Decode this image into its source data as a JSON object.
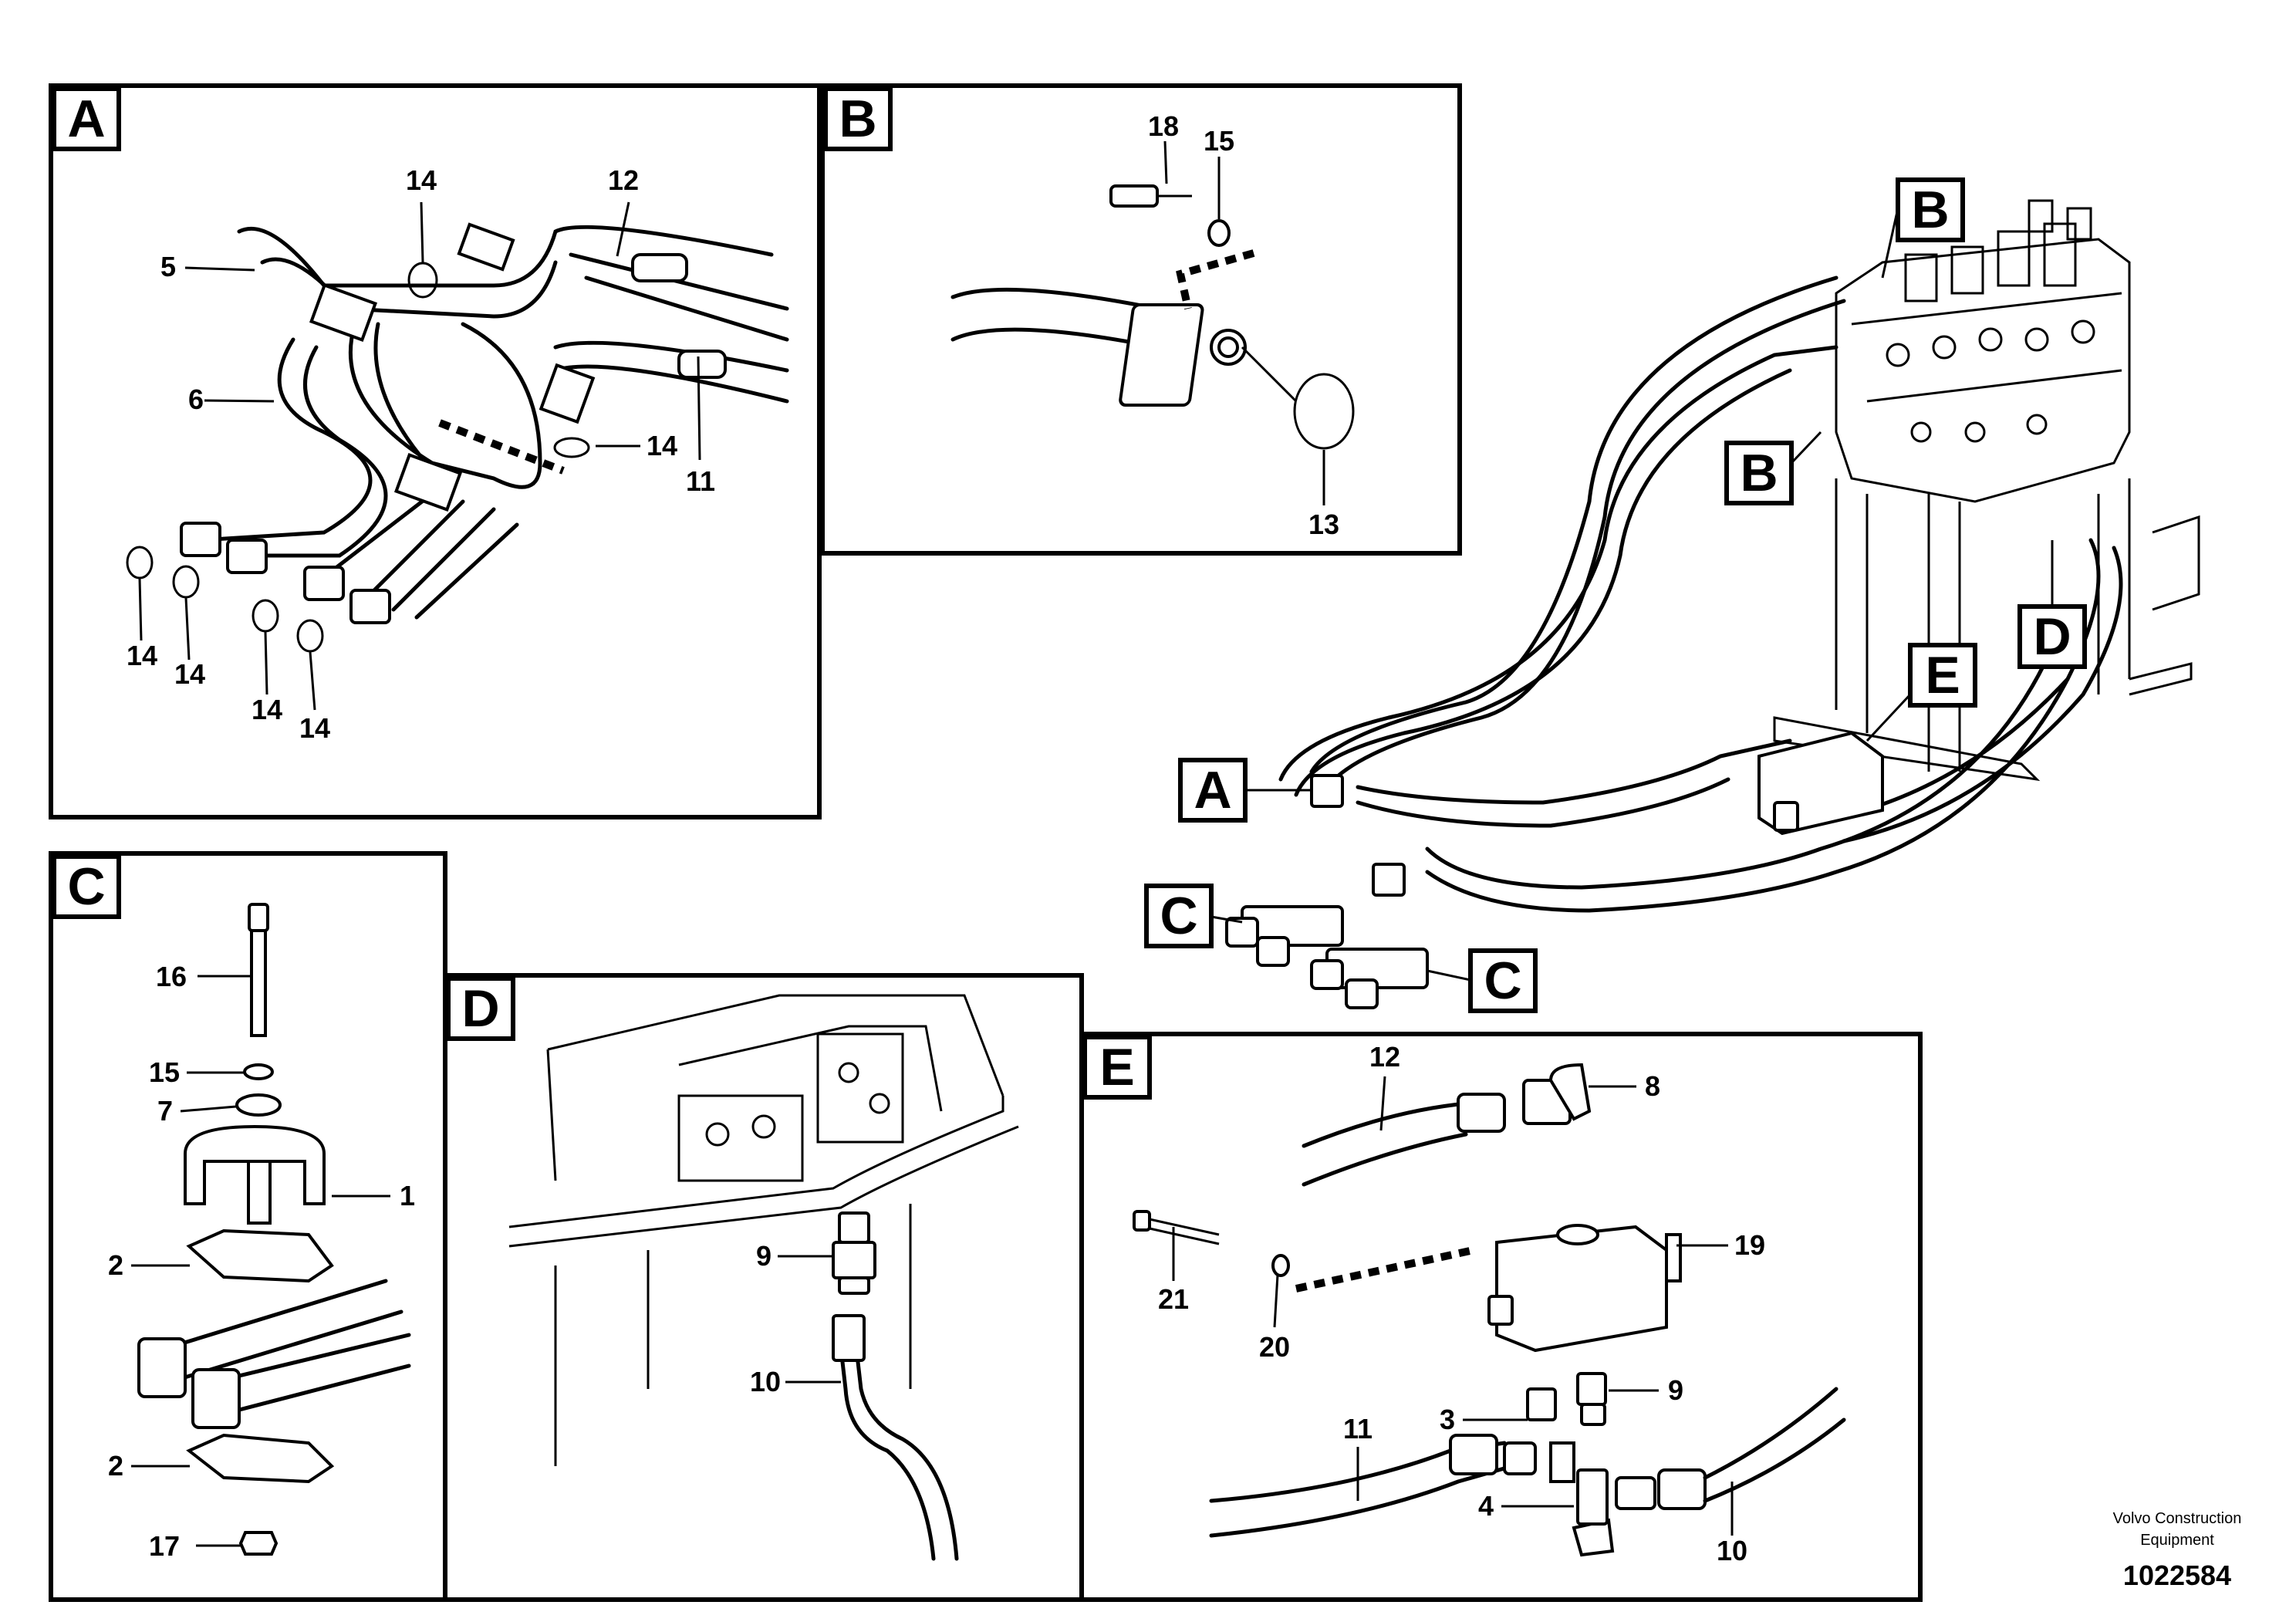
{
  "panels": {
    "A": "A",
    "B": "B",
    "C": "C",
    "D": "D",
    "E": "E"
  },
  "callouts": {
    "A": [
      "14",
      "12",
      "5",
      "6",
      "14",
      "11",
      "14",
      "14",
      "14",
      "14"
    ],
    "B": [
      "18",
      "15",
      "13"
    ],
    "C": [
      "16",
      "15",
      "7",
      "1",
      "2",
      "2",
      "17"
    ],
    "D": [
      "9",
      "10"
    ],
    "E": [
      "12",
      "8",
      "19",
      "21",
      "20",
      "3",
      "9",
      "11",
      "4",
      "10"
    ]
  },
  "overview_tags": [
    "B",
    "B",
    "D",
    "E",
    "A",
    "C",
    "C"
  ],
  "footer": {
    "company_line1": "Volvo Construction",
    "company_line2": "Equipment",
    "drawing_number": "1022584"
  }
}
